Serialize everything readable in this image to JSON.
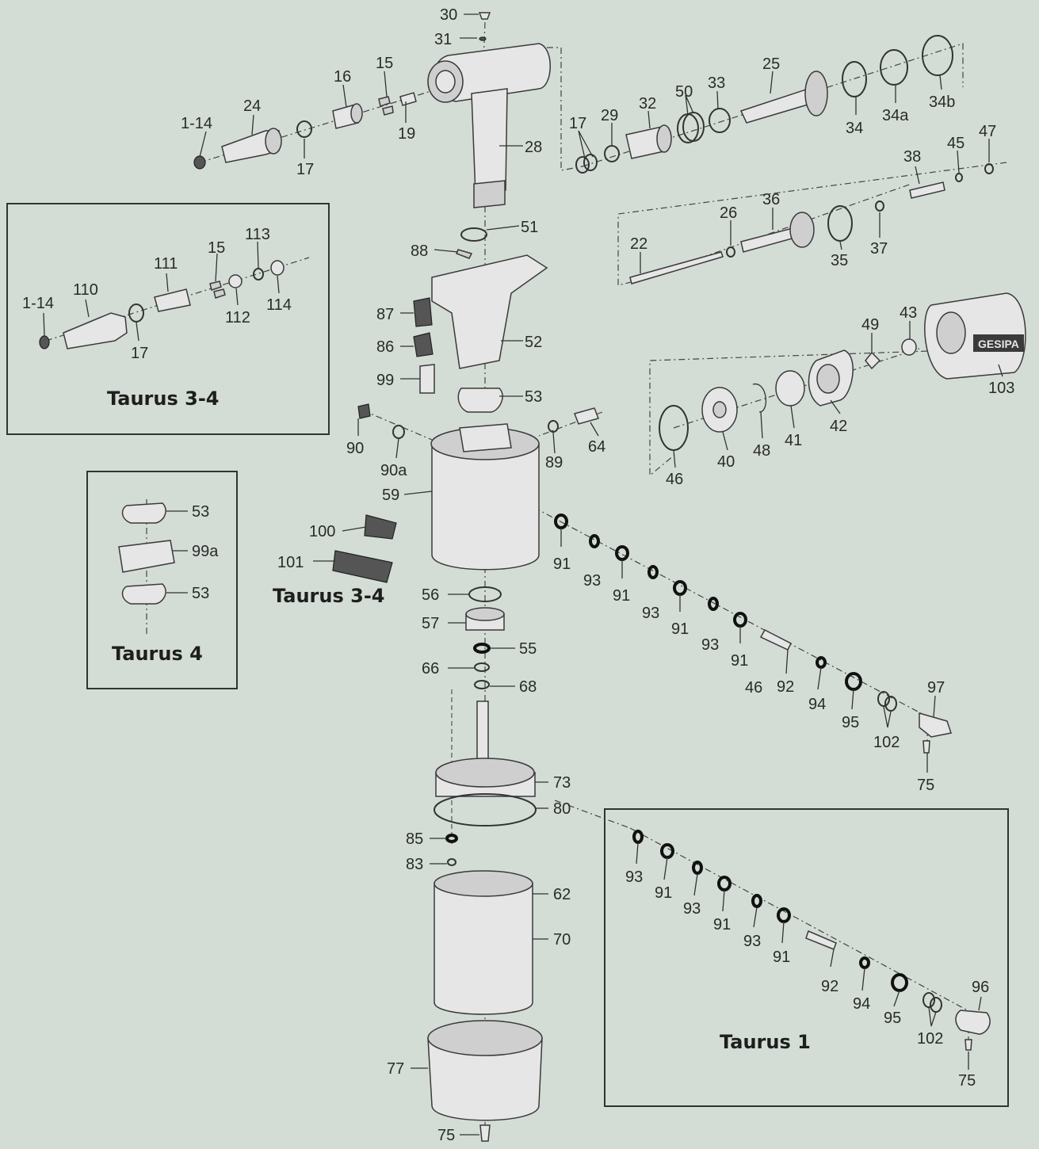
{
  "diagram": {
    "part_numbers": {
      "p30": "30",
      "p31": "31",
      "p15": "15",
      "p16": "16",
      "p24": "24",
      "p1_14": "1-14",
      "p17": "17",
      "p19": "19",
      "p28": "28",
      "p25": "25",
      "p33": "33",
      "p50": "50",
      "p32": "32",
      "p29": "29",
      "p17b": "17",
      "p34": "34",
      "p34a": "34a",
      "p34b": "34b",
      "p47": "47",
      "p45": "45",
      "p38": "38",
      "p36": "36",
      "p26": "26",
      "p22": "22",
      "p35": "35",
      "p37": "37",
      "p51": "51",
      "p88": "88",
      "p87": "87",
      "p86": "86",
      "p52": "52",
      "p99": "99",
      "p53": "53",
      "p49": "49",
      "p43": "43",
      "p103": "103",
      "p90": "90",
      "p90a": "90a",
      "p89": "89",
      "p64": "64",
      "p59": "59",
      "p100": "100",
      "p101": "101",
      "p46": "46",
      "p40": "40",
      "p48": "48",
      "p41": "41",
      "p42": "42",
      "p91a": "91",
      "p93a": "93",
      "p91b": "91",
      "p93b": "93",
      "p91c": "91",
      "p93c": "93",
      "p91d": "91",
      "p46b": "46",
      "p92": "92",
      "p94": "94",
      "p95": "95",
      "p97": "97",
      "p102": "102",
      "p75a": "75",
      "p56": "56",
      "p57": "57",
      "p55": "55",
      "p66": "66",
      "p68": "68",
      "p73": "73",
      "p80": "80",
      "p85": "85",
      "p83": "83",
      "p62": "62",
      "p70": "70",
      "p77": "77",
      "p75b": "75",
      "i1_14": "1-14",
      "i110": "110",
      "i111": "111",
      "i15": "15",
      "i113": "113",
      "i112": "112",
      "i114": "114",
      "i17": "17",
      "t4_53a": "53",
      "t4_99a": "99a",
      "t4_53b": "53",
      "t1_93a": "93",
      "t1_91a": "91",
      "t1_93b": "93",
      "t1_91b": "91",
      "t1_93c": "93",
      "t1_91c": "91",
      "t1_92": "92",
      "t1_94": "94",
      "t1_95": "95",
      "t1_102": "102",
      "t1_96": "96",
      "t1_75": "75"
    },
    "inset_titles": {
      "taurus34_box": "Taurus 3-4",
      "taurus34_label": "Taurus 3-4",
      "taurus4": "Taurus 4",
      "taurus1": "Taurus 1"
    },
    "logo_text": "GESIPA"
  }
}
